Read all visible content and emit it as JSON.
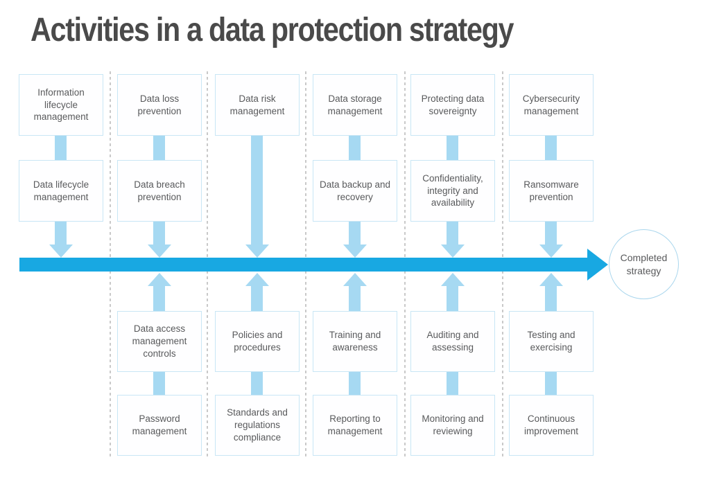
{
  "title": "Activities in a data protection strategy",
  "colors": {
    "main_arrow_blue": "#18A8E2",
    "connector_light_blue": "#A6D9F2",
    "box_border_blue": "#C8E6F5",
    "divider_gray": "#C9C9C9",
    "body_text_gray": "#58595B",
    "title_gray": "#4A4A4A"
  },
  "goal": {
    "label": "Completed strategy"
  },
  "columns": [
    {
      "above": [
        "Information lifecycle management",
        "Data lifecycle management"
      ],
      "below": []
    },
    {
      "above": [
        "Data loss prevention",
        "Data breach prevention"
      ],
      "below": [
        "Data access management controls",
        "Password management"
      ]
    },
    {
      "above": [
        "Data risk management"
      ],
      "below": [
        "Policies and procedures",
        "Standards and regulations compliance"
      ]
    },
    {
      "above": [
        "Data storage management",
        "Data backup and recovery"
      ],
      "below": [
        "Training and awareness",
        "Reporting to management"
      ]
    },
    {
      "above": [
        "Protecting data sovereignty",
        "Confidentiality, integrity and availability"
      ],
      "below": [
        "Auditing and assessing",
        "Monitoring and reviewing"
      ]
    },
    {
      "above": [
        "Cybersecurity management",
        "Ransomware prevention"
      ],
      "below": [
        "Testing and exercising",
        "Continuous improvement"
      ]
    }
  ]
}
